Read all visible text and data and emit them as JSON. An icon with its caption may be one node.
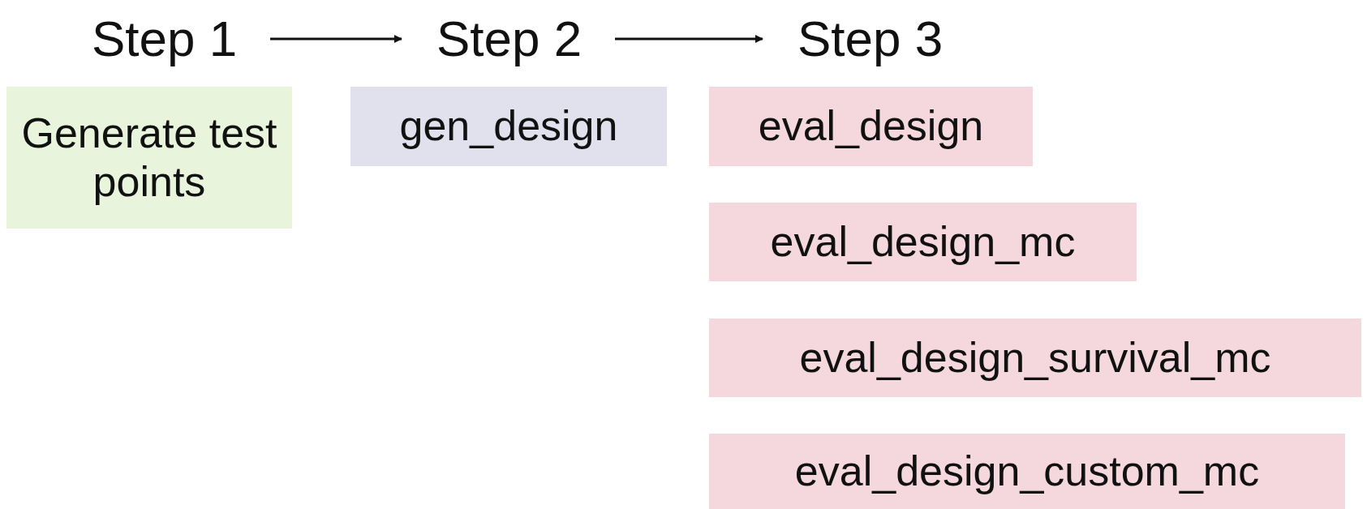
{
  "diagram": {
    "nodes": [
      {
        "text": [
          "Step 1"
        ]
      },
      {
        "text": [
          "Step 2"
        ]
      },
      {
        "text": [
          "Step 3"
        ]
      },
      {
        "text": [
          "Generate test points"
        ]
      },
      {
        "text": [
          "gen_design"
        ]
      },
      {
        "text": [
          "eval_design"
        ]
      },
      {
        "text": [
          "eval_design_mc"
        ]
      },
      {
        "text": [
          "eval_design_survival_mc"
        ]
      },
      {
        "text": [
          "eval_design_custom_mc"
        ]
      }
    ],
    "edges": [
      {
        "from": 0,
        "to": 1,
        "arrow": "to"
      },
      {
        "from": 1,
        "to": 2,
        "arrow": "to"
      }
    ]
  }
}
